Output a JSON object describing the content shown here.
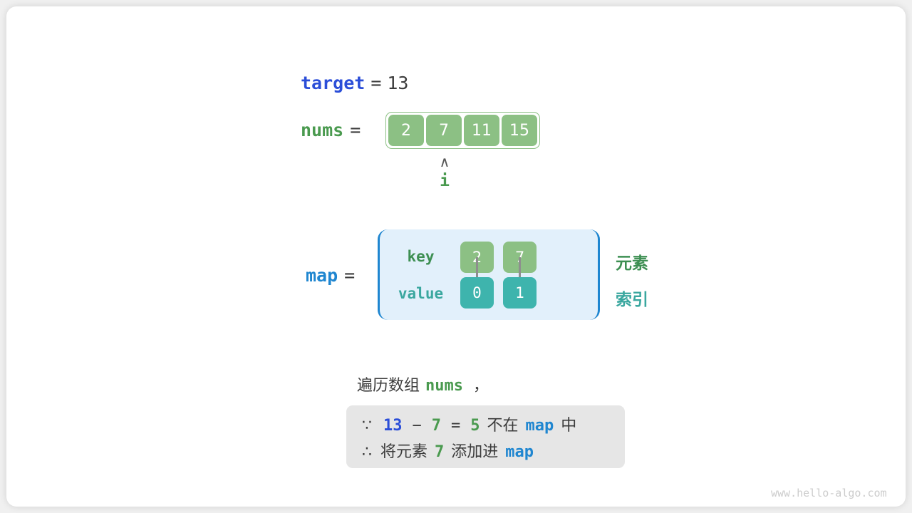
{
  "target": {
    "name": "target",
    "equals": "=",
    "value": "13"
  },
  "nums": {
    "name": "nums",
    "equals": "=",
    "cells": [
      "2",
      "7",
      "11",
      "15"
    ],
    "pointer": {
      "caret": "∧",
      "label": "i",
      "index": 1
    }
  },
  "map": {
    "name": "map",
    "equals": "=",
    "row_labels": {
      "key": "key",
      "value": "value"
    },
    "entries": [
      {
        "key": "2",
        "value": "0"
      },
      {
        "key": "7",
        "value": "1"
      }
    ],
    "legends": {
      "element": "元素",
      "index": "索引"
    }
  },
  "caption": {
    "prefix": "遍历数组",
    "code": "nums",
    "suffix": "，"
  },
  "info_box": {
    "line1": {
      "symbol": "∵",
      "a": "13",
      "minus": "−",
      "b": "7",
      "equals": "=",
      "result": "5",
      "text1": "不在",
      "map": "map",
      "text2": "中"
    },
    "line2": {
      "symbol": "∴",
      "text1": "将元素",
      "value": "7",
      "text2": "添加进",
      "map": "map"
    }
  },
  "watermark": "www.hello-algo.com",
  "colors": {
    "royal_blue": "#2b4ed8",
    "link_blue": "#1f86d0",
    "green": "#4a9a4f",
    "cell_green": "#8cc084",
    "teal": "#3eb4ad",
    "map_bg": "#e2f0fb",
    "info_bg": "#e6e6e6",
    "text_dark": "#3c3c3c"
  }
}
